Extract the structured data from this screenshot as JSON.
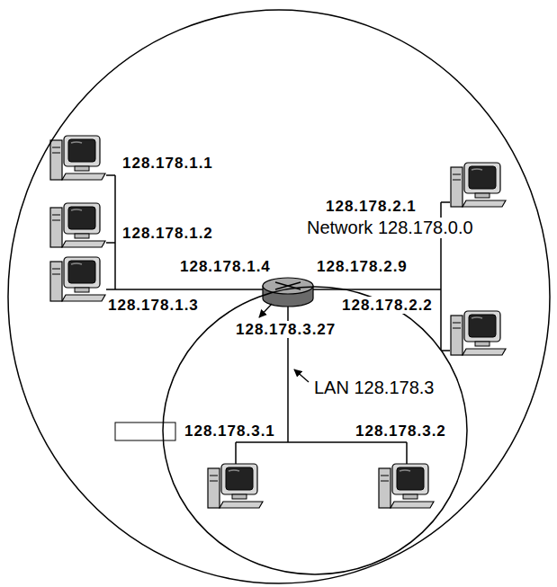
{
  "diagram": {
    "nodes": [
      {
        "text": [
          "Network 128.178.0.0"
        ]
      },
      {
        "text": [
          "LAN 128.178.3"
        ],
        "in": 0
      }
    ],
    "labels": [
      "128.178.1.1",
      "128.178.1.2",
      "128.178.1.3",
      "128.178.1.4",
      "128.178.2.9",
      "128.178.2.1",
      "128.178.2.2",
      "128.178.3.27",
      "128.178.3.1",
      "128.178.3.2"
    ]
  }
}
